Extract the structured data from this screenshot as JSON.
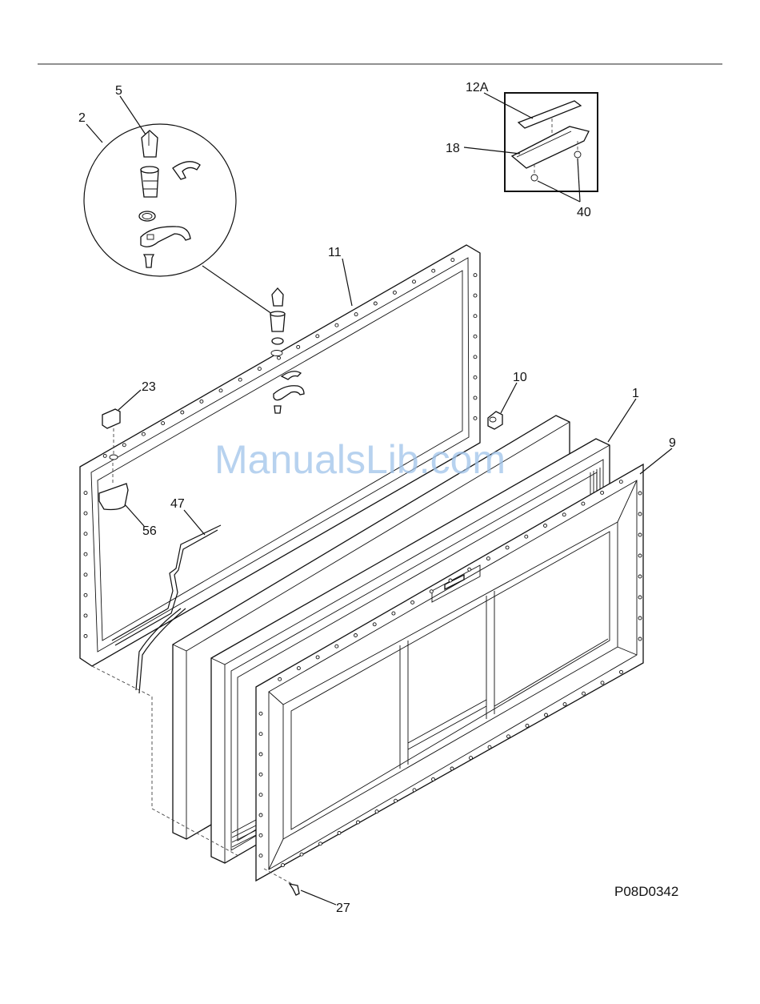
{
  "diagram": {
    "callouts": [
      {
        "id": "5",
        "text": "5"
      },
      {
        "id": "2",
        "text": "2"
      },
      {
        "id": "12A",
        "text": "12A"
      },
      {
        "id": "18",
        "text": "18"
      },
      {
        "id": "40",
        "text": "40"
      },
      {
        "id": "11",
        "text": "11"
      },
      {
        "id": "23",
        "text": "23"
      },
      {
        "id": "10",
        "text": "10"
      },
      {
        "id": "1",
        "text": "1"
      },
      {
        "id": "9",
        "text": "9"
      },
      {
        "id": "47",
        "text": "47"
      },
      {
        "id": "56",
        "text": "56"
      },
      {
        "id": "27",
        "text": "27"
      }
    ],
    "drawing_code": "P08D0342",
    "watermark": "ManualsLib.com"
  }
}
